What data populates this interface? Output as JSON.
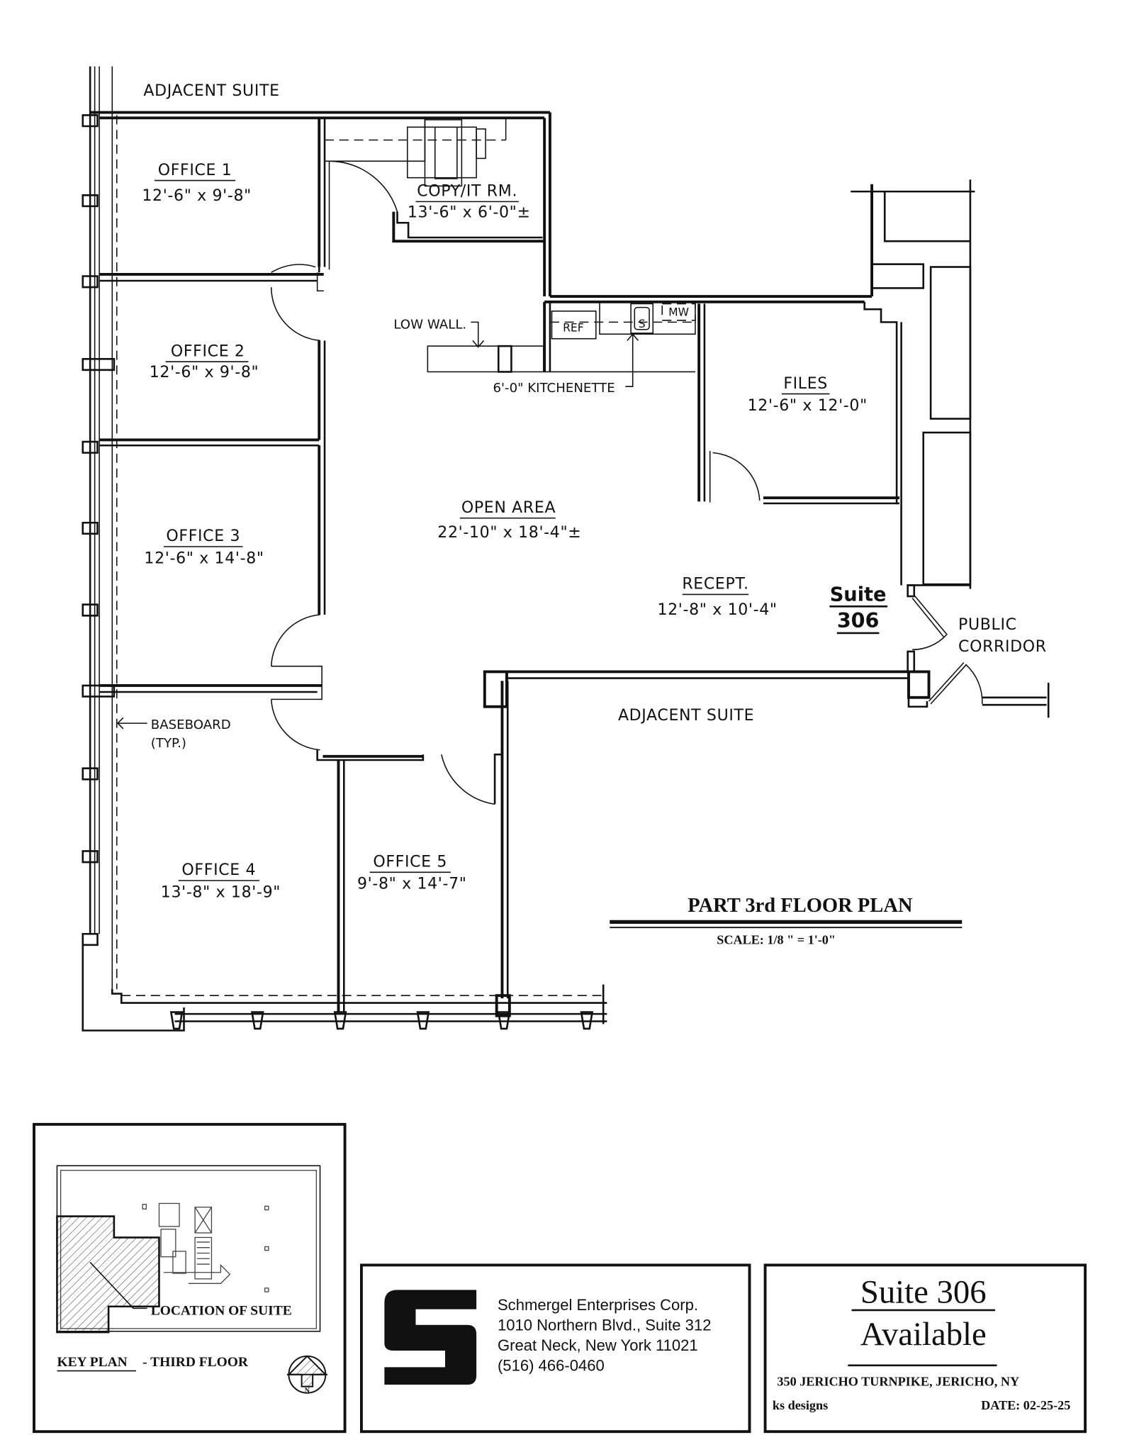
{
  "plan": {
    "title": "PART 3rd FLOOR PLAN",
    "scale": "SCALE: 1/8 \" = 1'-0\"",
    "suite_label_line1": "Suite",
    "suite_label_line2": "306",
    "rooms": [
      {
        "name": "OFFICE 1",
        "size": "12'-6\" x 9'-8\""
      },
      {
        "name": "OFFICE 2",
        "size": "12'-6\" x 9'-8\""
      },
      {
        "name": "OFFICE 3",
        "size": "12'-6\" x 14'-8\""
      },
      {
        "name": "OFFICE 4",
        "size": "13'-8\" x 18'-9\""
      },
      {
        "name": "OFFICE 5",
        "size": "9'-8\" x 14'-7\""
      },
      {
        "name": "COPY/IT RM.",
        "size": "13'-6\" x 6'-0\"±"
      },
      {
        "name": "OPEN AREA",
        "size": "22'-10\" x 18'-4\"±"
      },
      {
        "name": "FILES",
        "size": "12'-6\" x 12'-0\""
      },
      {
        "name": "RECEPT.",
        "size": "12'-8\" x 10'-4\""
      }
    ],
    "annotations": {
      "adjacent_suite_top": "ADJACENT SUITE",
      "adjacent_suite_bottom": "ADJACENT SUITE",
      "public_corridor_1": "PUBLIC",
      "public_corridor_2": "CORRIDOR",
      "low_wall": "LOW WALL.",
      "kitchenette": "6'-0\" KITCHENETTE",
      "baseboard_1": "BASEBOARD",
      "baseboard_2": "(TYP.)",
      "ref": "REF",
      "sink": "S",
      "microwave": "MW"
    }
  },
  "key_plan": {
    "location_label": "LOCATION OF SUITE",
    "title": "KEY PLAN",
    "subtitle": "- THIRD FLOOR",
    "north": "N"
  },
  "company": {
    "name": "Schmergel Enterprises Corp.",
    "address1": "1010 Northern Blvd., Suite 312",
    "address2": "Great Neck, New York 11021",
    "phone": "(516) 466-0460",
    "logo_letter": "S"
  },
  "title_block": {
    "line1": "Suite 306",
    "line2": "Available",
    "address": "350 JERICHO TURNPIKE, JERICHO, NY",
    "designer": "ks designs",
    "date": "DATE:  02-25-25"
  }
}
